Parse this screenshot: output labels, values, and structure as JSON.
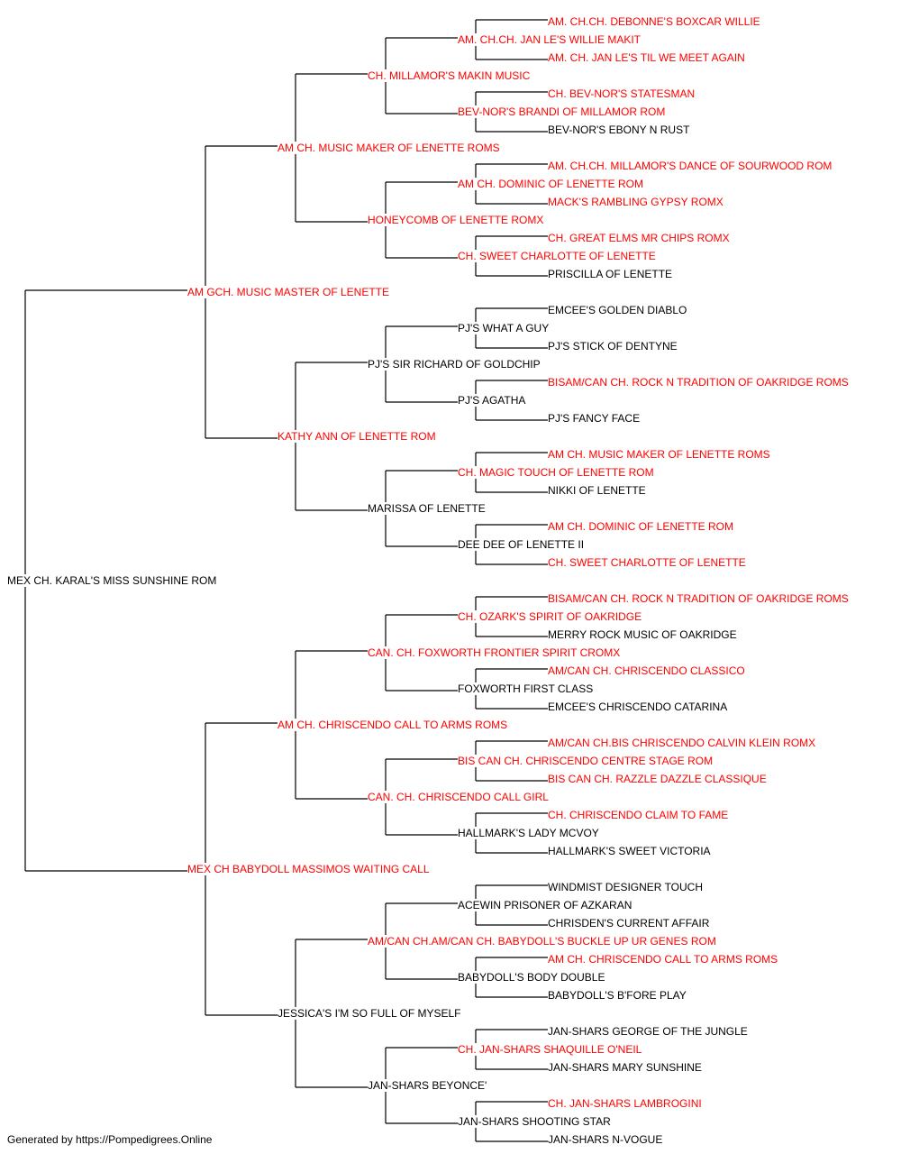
{
  "colors": {
    "champion": "#ff0000",
    "plain": "#000000",
    "line": "#000000"
  },
  "footer": "Generated by https://Pompedigrees.Online",
  "pedigree": {
    "name": "MEX CH. KARAL'S MISS SUNSHINE ROM",
    "champion": false,
    "sire": {
      "name": "AM GCH. MUSIC MASTER OF LENETTE",
      "champion": true,
      "sire": {
        "name": "AM CH. MUSIC MAKER OF LENETTE ROMS",
        "champion": true,
        "sire": {
          "name": "CH. MILLAMOR'S MAKIN MUSIC",
          "champion": true,
          "sire": {
            "name": "AM. CH.CH. JAN LE'S WILLIE MAKIT",
            "champion": true,
            "sire": {
              "name": "AM. CH.CH. DEBONNE'S BOXCAR WILLIE",
              "champion": true
            },
            "dam": {
              "name": "AM. CH. JAN LE'S TIL WE MEET AGAIN",
              "champion": true
            }
          },
          "dam": {
            "name": "BEV-NOR'S BRANDI OF MILLAMOR ROM",
            "champion": true,
            "sire": {
              "name": "CH. BEV-NOR'S STATESMAN",
              "champion": true
            },
            "dam": {
              "name": "BEV-NOR'S EBONY N RUST",
              "champion": false
            }
          }
        },
        "dam": {
          "name": "HONEYCOMB OF LENETTE ROMX",
          "champion": true,
          "sire": {
            "name": "AM CH. DOMINIC OF LENETTE ROM",
            "champion": true,
            "sire": {
              "name": "AM. CH.CH. MILLAMOR'S DANCE OF SOURWOOD ROM",
              "champion": true
            },
            "dam": {
              "name": "MACK'S RAMBLING GYPSY ROMX",
              "champion": true
            }
          },
          "dam": {
            "name": "CH. SWEET CHARLOTTE OF LENETTE",
            "champion": true,
            "sire": {
              "name": "CH. GREAT ELMS MR CHIPS ROMX",
              "champion": true
            },
            "dam": {
              "name": "PRISCILLA OF LENETTE",
              "champion": false
            }
          }
        }
      },
      "dam": {
        "name": "KATHY ANN OF LENETTE ROM",
        "champion": true,
        "sire": {
          "name": "PJ'S SIR RICHARD OF GOLDCHIP",
          "champion": false,
          "sire": {
            "name": "PJ'S WHAT A GUY",
            "champion": false,
            "sire": {
              "name": "EMCEE'S GOLDEN DIABLO",
              "champion": false
            },
            "dam": {
              "name": "PJ'S STICK OF DENTYNE",
              "champion": false
            }
          },
          "dam": {
            "name": "PJ'S AGATHA",
            "champion": false,
            "sire": {
              "name": "BISAM/CAN CH. ROCK N TRADITION OF OAKRIDGE ROMS",
              "champion": true
            },
            "dam": {
              "name": "PJ'S FANCY FACE",
              "champion": false
            }
          }
        },
        "dam": {
          "name": "MARISSA OF LENETTE",
          "champion": false,
          "sire": {
            "name": "CH. MAGIC TOUCH OF LENETTE ROM",
            "champion": true,
            "sire": {
              "name": "AM CH. MUSIC MAKER OF LENETTE ROMS",
              "champion": true
            },
            "dam": {
              "name": "NIKKI OF LENETTE",
              "champion": false
            }
          },
          "dam": {
            "name": "DEE DEE OF LENETTE II",
            "champion": false,
            "sire": {
              "name": "AM CH. DOMINIC OF LENETTE ROM",
              "champion": true
            },
            "dam": {
              "name": "CH. SWEET CHARLOTTE OF LENETTE",
              "champion": true
            }
          }
        }
      }
    },
    "dam": {
      "name": "MEX CH BABYDOLL MASSIMOS WAITING CALL",
      "champion": true,
      "sire": {
        "name": "AM CH. CHRISCENDO CALL TO ARMS ROMS",
        "champion": true,
        "sire": {
          "name": "CAN. CH. FOXWORTH FRONTIER SPIRIT CROMX",
          "champion": true,
          "sire": {
            "name": "CH. OZARK'S SPIRIT OF OAKRIDGE",
            "champion": true,
            "sire": {
              "name": "BISAM/CAN CH. ROCK N TRADITION OF OAKRIDGE ROMS",
              "champion": true
            },
            "dam": {
              "name": "MERRY ROCK MUSIC OF OAKRIDGE",
              "champion": false
            }
          },
          "dam": {
            "name": "FOXWORTH FIRST CLASS",
            "champion": false,
            "sire": {
              "name": "AM/CAN CH. CHRISCENDO CLASSICO",
              "champion": true
            },
            "dam": {
              "name": "EMCEE'S CHRISCENDO CATARINA",
              "champion": false
            }
          }
        },
        "dam": {
          "name": "CAN. CH. CHRISCENDO CALL GIRL",
          "champion": true,
          "sire": {
            "name": "BIS CAN CH. CHRISCENDO CENTRE STAGE ROM",
            "champion": true,
            "sire": {
              "name": "AM/CAN CH.BIS CHRISCENDO CALVIN KLEIN ROMX",
              "champion": true
            },
            "dam": {
              "name": "BIS CAN CH. RAZZLE DAZZLE CLASSIQUE",
              "champion": true
            }
          },
          "dam": {
            "name": "HALLMARK'S LADY MCVOY",
            "champion": false,
            "sire": {
              "name": "CH. CHRISCENDO CLAIM TO FAME",
              "champion": true
            },
            "dam": {
              "name": "HALLMARK'S SWEET VICTORIA",
              "champion": false
            }
          }
        }
      },
      "dam": {
        "name": "JESSICA'S I'M SO FULL OF MYSELF",
        "champion": false,
        "sire": {
          "name": "AM/CAN CH.AM/CAN CH. BABYDOLL'S BUCKLE UP UR GENES ROM",
          "champion": true,
          "sire": {
            "name": "ACEWIN PRISONER OF AZKARAN",
            "champion": false,
            "sire": {
              "name": "WINDMIST DESIGNER TOUCH",
              "champion": false
            },
            "dam": {
              "name": "CHRISDEN'S CURRENT AFFAIR",
              "champion": false
            }
          },
          "dam": {
            "name": "BABYDOLL'S BODY DOUBLE",
            "champion": false,
            "sire": {
              "name": "AM CH. CHRISCENDO CALL TO ARMS ROMS",
              "champion": true
            },
            "dam": {
              "name": "BABYDOLL'S B'FORE PLAY",
              "champion": false
            }
          }
        },
        "dam": {
          "name": "JAN-SHARS BEYONCE'",
          "champion": false,
          "sire": {
            "name": "CH. JAN-SHARS SHAQUILLE O'NEIL",
            "champion": true,
            "sire": {
              "name": "JAN-SHARS GEORGE OF THE JUNGLE",
              "champion": false
            },
            "dam": {
              "name": "JAN-SHARS MARY SUNSHINE",
              "champion": false
            }
          },
          "dam": {
            "name": "JAN-SHARS SHOOTING STAR",
            "champion": false,
            "sire": {
              "name": "CH. JAN-SHARS LAMBROGINI",
              "champion": true
            },
            "dam": {
              "name": "JAN-SHARS N-VOGUE",
              "champion": false
            }
          }
        }
      }
    }
  }
}
